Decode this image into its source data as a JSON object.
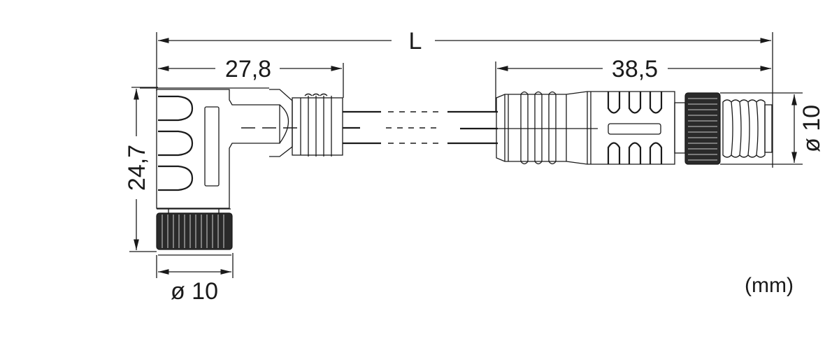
{
  "drawing": {
    "type": "Cable assembly dimension drawing",
    "dimensions": {
      "overall_length": "L",
      "left_connector_length": "27,8",
      "left_connector_height": "24,7",
      "left_connector_diameter": "ø 10",
      "right_connector_length": "38,5",
      "right_connector_diameter": "ø 10"
    },
    "unit_label": "(mm)",
    "components": {
      "left": "Angled female connector with knurled coupling nut",
      "cable": "Cable (shortened, broken lines)",
      "right": "Straight male connector with knurled nut and thread"
    },
    "colors": {
      "line": "#1a1a1a",
      "background": "#ffffff"
    }
  }
}
